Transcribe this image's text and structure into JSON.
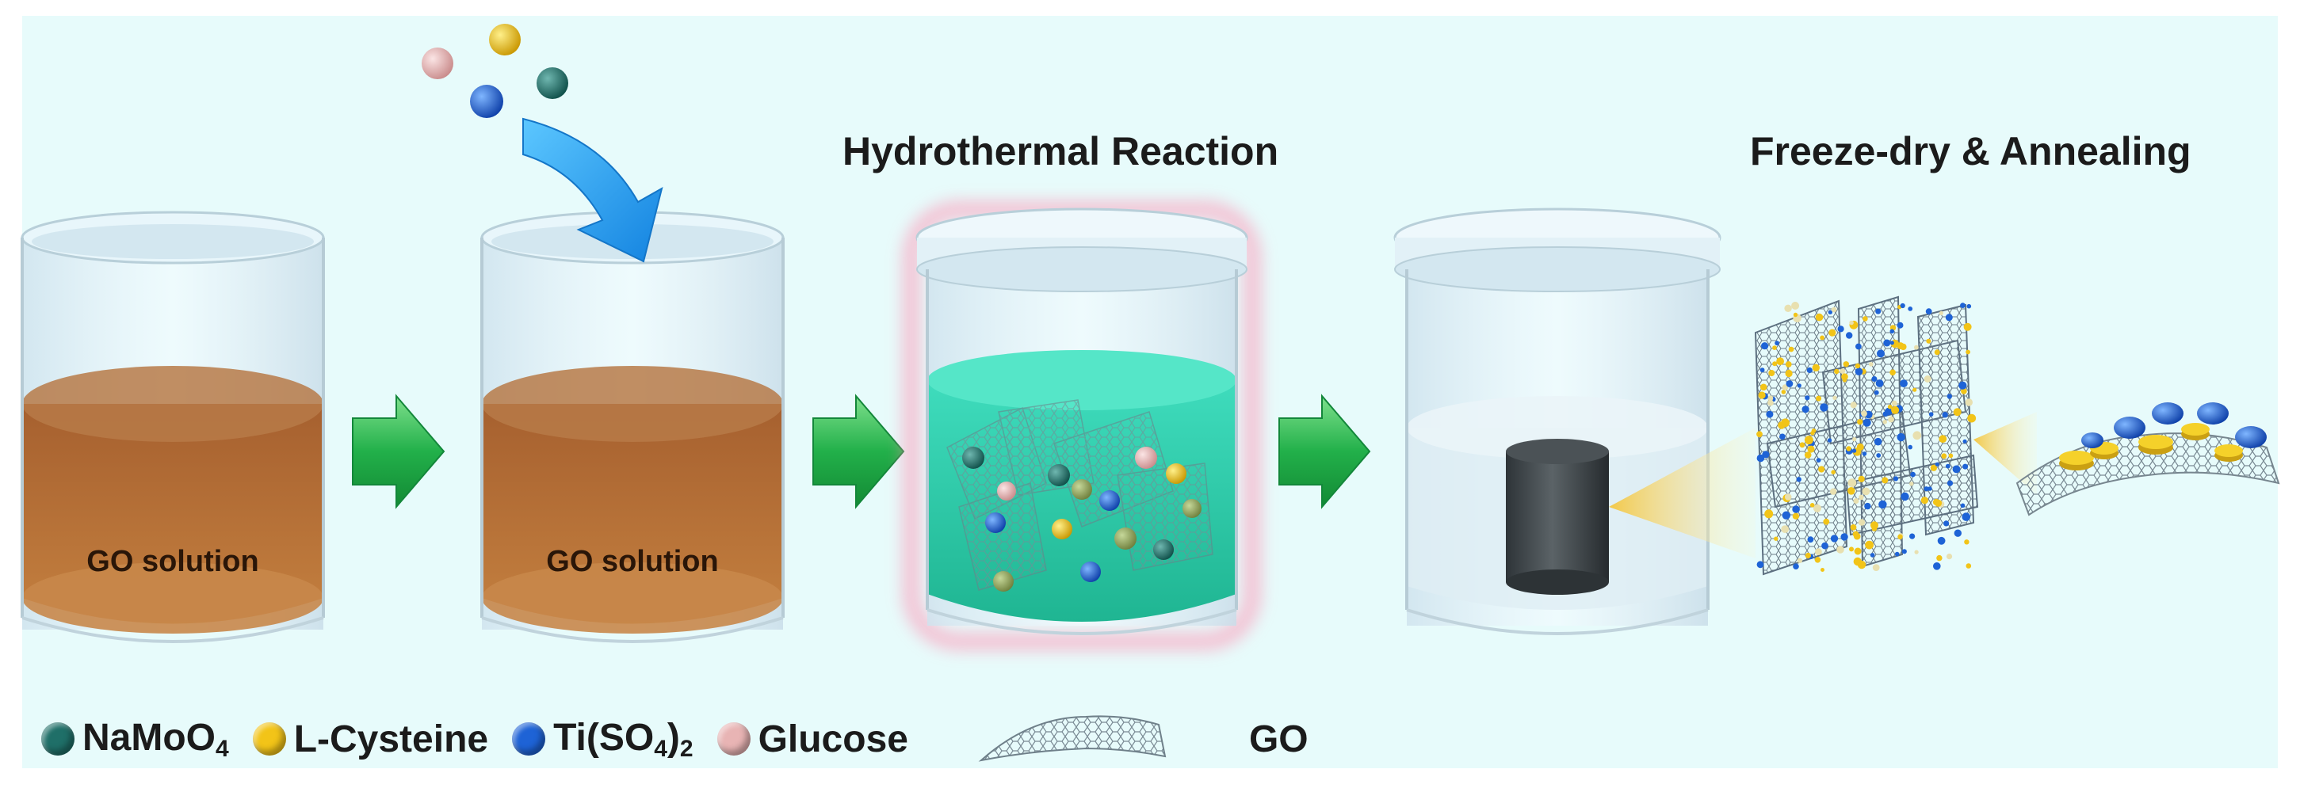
{
  "titles": {
    "hydrothermal": "Hydrothermal Reaction",
    "freeze_dry": "Freeze-dry & Annealing"
  },
  "beakers": {
    "first_label": "GO solution",
    "second_label": "GO solution"
  },
  "legend": {
    "namoo4": {
      "main": "NaMoO",
      "sub": "4",
      "color": "#1f6f68"
    },
    "lcysteine": {
      "main": "L-Cysteine",
      "color": "#f2c418"
    },
    "tiso4": {
      "main": "Ti(SO",
      "sub": "4",
      "tail": ")",
      "tail_sub": "2",
      "color": "#1e63d6"
    },
    "glucose": {
      "main": "Glucose",
      "color": "#e8b4b4"
    },
    "go": {
      "main": "GO"
    }
  },
  "colors": {
    "background": "#e7fbfb",
    "go_solution": "#b8713a",
    "reaction_liquid": "#2fcfae",
    "arrow_green": "#22b04a",
    "arrow_blue": "#1ea3ef",
    "annealing_glow": "#f3c640"
  }
}
